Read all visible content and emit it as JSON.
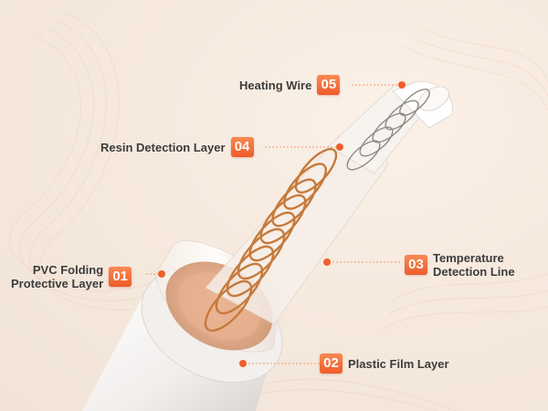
{
  "callouts": [
    {
      "number": "05",
      "label": "Heating Wire"
    },
    {
      "number": "04",
      "label": "Resin Detection Layer"
    },
    {
      "number": "03",
      "label_line1": "Temperature",
      "label_line2": "Detection Line"
    },
    {
      "number": "01",
      "label_line1": "PVC Folding",
      "label_line2": "Protective Layer"
    },
    {
      "number": "02",
      "label": "Plastic Film Layer"
    }
  ],
  "colors": {
    "accent": "#ef5f2d",
    "copper": "#c67a3c",
    "text": "#3c3c3c",
    "background": "#f6e9de"
  }
}
